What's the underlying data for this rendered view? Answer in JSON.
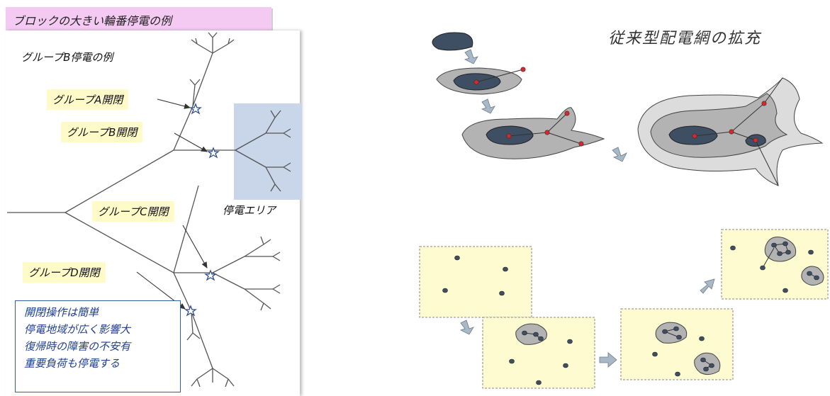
{
  "title": "ブロックの大きい輪番停電の例",
  "left_panel": {
    "subtitle": "グループB停電の例",
    "group_a_label": "グループA開閉",
    "group_b_label": "グループB開閉",
    "group_c_label": "グループC開閉",
    "group_d_label": "グループD開閉",
    "outage_area_label": "停電エリア",
    "info_lines": [
      "開閉操作は簡単",
      "停電地域が広く影響大",
      "復帰時の障害の不安有",
      "重要負荷も停電する"
    ]
  },
  "right_panel": {
    "title": "従来型配電網の拡充"
  },
  "colors": {
    "title_bg": "#f4c9f2",
    "label_bg": "#fffbc9",
    "outage_area_fill": "#c9d6ea",
    "core_fill": "#3e4e63",
    "region_fill": "#b3b3b3",
    "node_red": "#d9272b",
    "arrow_fill": "#a9b8c6",
    "grid_box_fill": "#fdfbcf"
  }
}
